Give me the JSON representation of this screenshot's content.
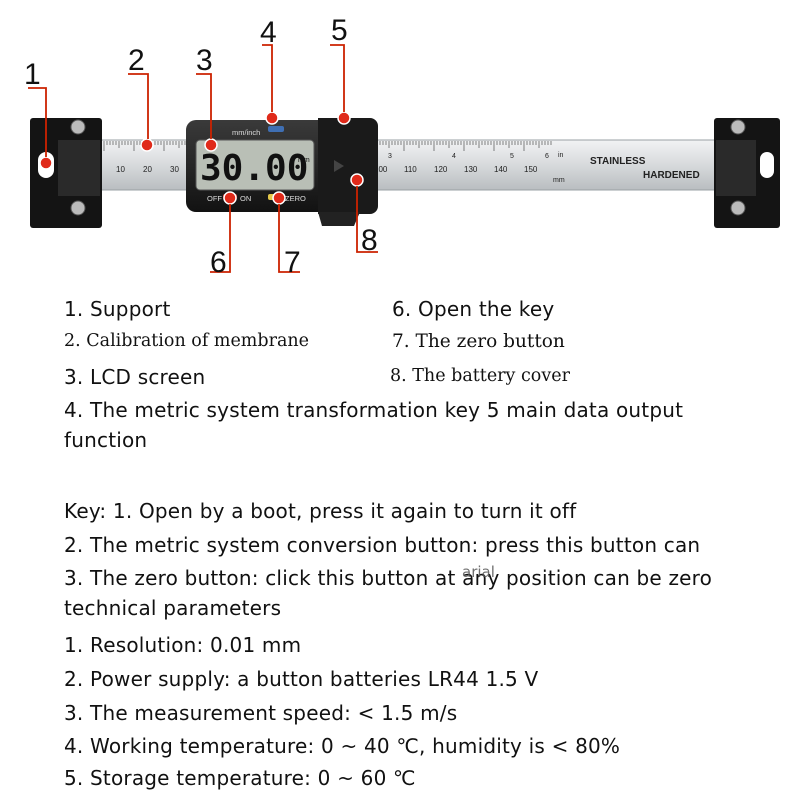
{
  "callouts": [
    "1",
    "2",
    "3",
    "4",
    "5",
    "6",
    "7",
    "8"
  ],
  "device": {
    "display_value": "30.00",
    "display_unit": "mm",
    "unit_key_label": "mm/inch",
    "off_label": "OFF",
    "on_label": "ON",
    "zero_label": "ZERO",
    "brand_line1": "STAINLESS",
    "brand_line2": "HARDENED",
    "scale_in_label": "in",
    "scale_mm_label": "mm",
    "scale_left_numbers": [
      "10",
      "20",
      "30"
    ],
    "scale_right_numbers": [
      "100",
      "110",
      "120",
      "130",
      "140",
      "150"
    ],
    "inch_marks": [
      "3",
      "4",
      "5",
      "6"
    ]
  },
  "parts": {
    "left": [
      "1. Support",
      "2. Calibration of membrane",
      "3. LCD screen"
    ],
    "right": [
      "6. Open the key",
      "7. The zero button",
      "8. The battery cover"
    ],
    "item4_line1": "4. The metric system transformation key 5 main data output",
    "item4_line2": "function"
  },
  "keys": {
    "line1": "Key: 1. Open by a boot, press it again to turn it off",
    "line2": "2. The metric system conversion button: press this button can",
    "line3": "3. The zero button: click this button at any position can be zero",
    "line4": "technical parameters"
  },
  "watermark": "arial",
  "specs": [
    "1. Resolution: 0.01 mm",
    "2. Power supply: a button batteries LR44 1.5 V",
    "3. The measurement speed: < 1.5 m/s",
    "4. Working temperature: 0 ~ 40 ℃, humidity is < 80%",
    "5. Storage temperature: 0 ~ 60 ℃"
  ],
  "colors": {
    "callout_red": "#cc2200",
    "body_dark": "#1b1b1b",
    "lcd": "#b9bfb6",
    "rail": "#d9dcde"
  }
}
